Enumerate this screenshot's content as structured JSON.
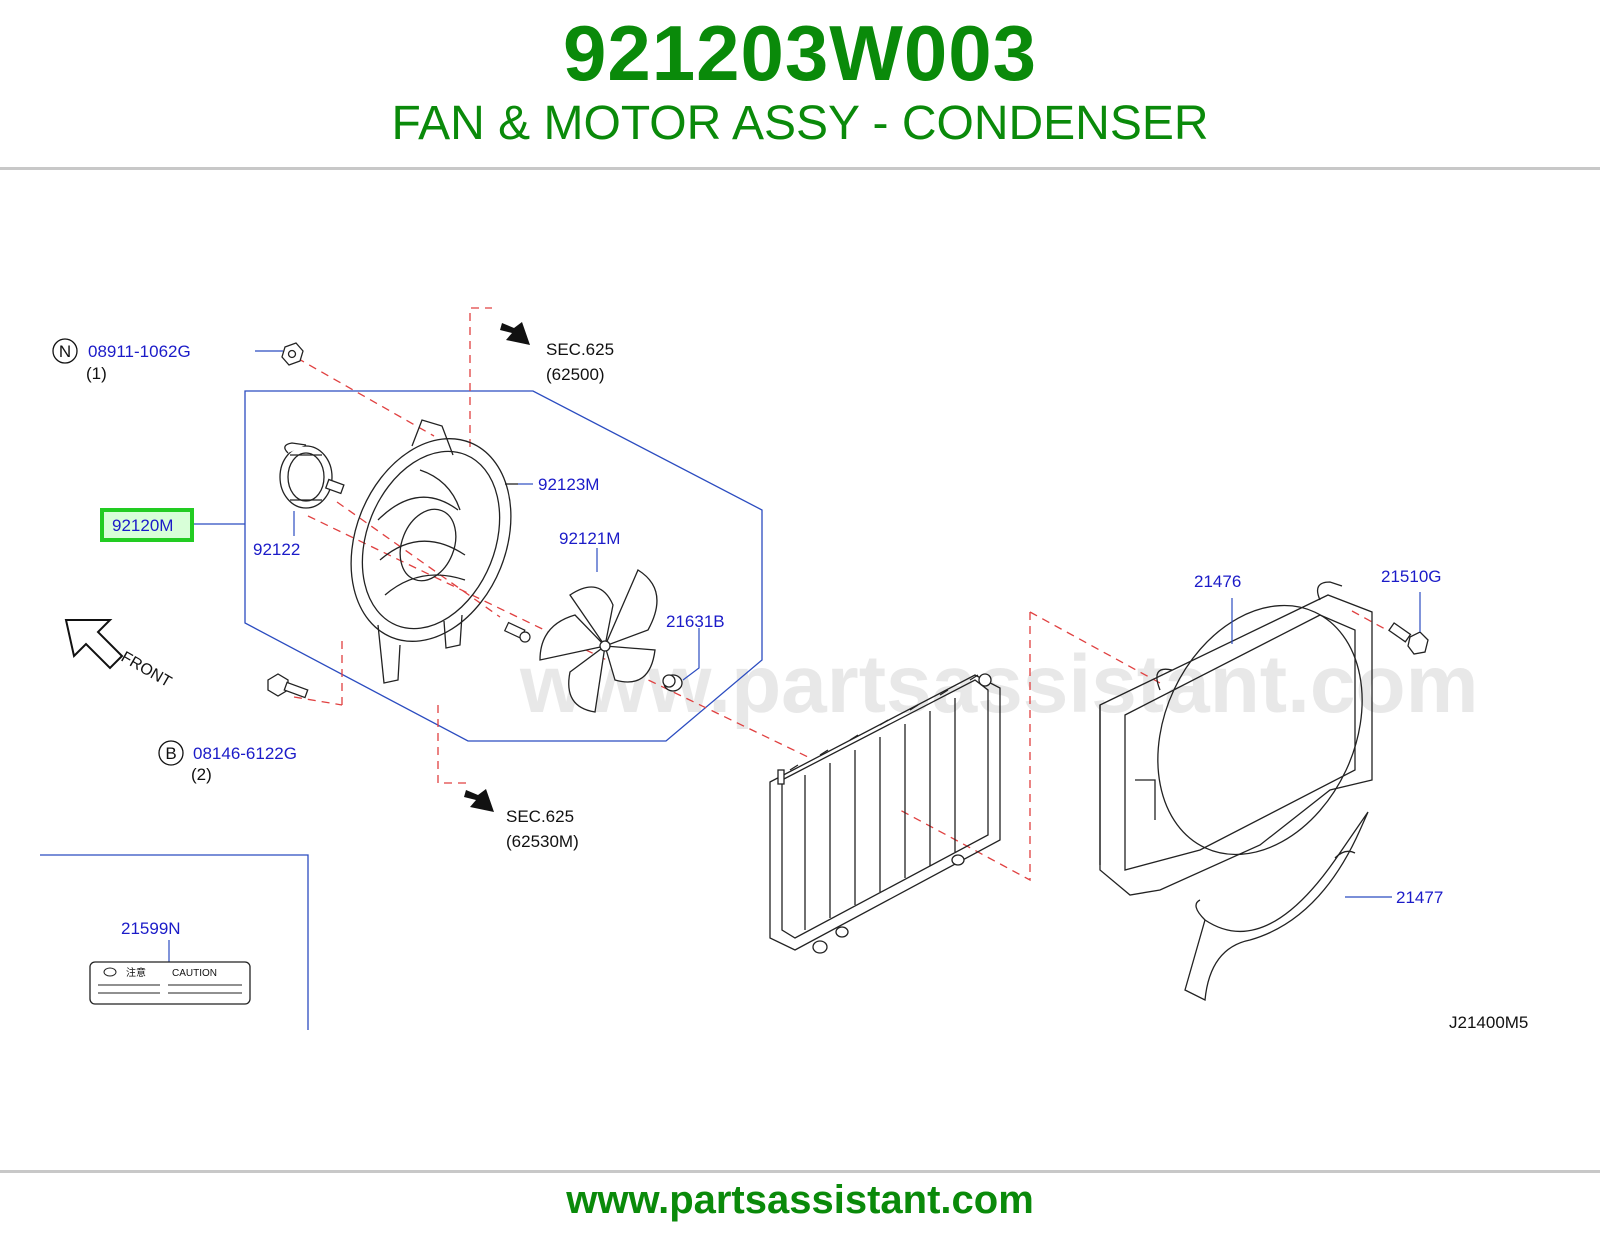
{
  "header": {
    "part_number": "921203W003",
    "part_name": "FAN & MOTOR ASSY - CONDENSER"
  },
  "diagram": {
    "callouts": {
      "nut": "08911-1062G",
      "nut_qty": "(1)",
      "nut_marker": "N",
      "bolt": "08146-6122G",
      "bolt_qty": "(2)",
      "bolt_marker": "B",
      "assy": "92120M",
      "motor": "92122",
      "shroud": "92123M",
      "fan": "92121M",
      "collar": "21631B",
      "radiator_shroud": "21476",
      "shroud_clip": "21510G",
      "lower_shroud": "21477",
      "caution_label": "21599N"
    },
    "sections": {
      "upper_sec": "SEC.625",
      "upper_ref": "(62500)",
      "lower_sec": "SEC.625",
      "lower_ref": "(62530M)"
    },
    "front_label": "FRONT",
    "caution_text": "CAUTION",
    "caution_kanji": "注意",
    "drawing_id": "J21400M5",
    "watermark": "www.partsassistant.com"
  },
  "footer": {
    "url": "www.partsassistant.com"
  },
  "colors": {
    "brand_green": "#0a8a0a",
    "callout_blue": "#1b1bc8",
    "highlight": "#22cc22"
  }
}
